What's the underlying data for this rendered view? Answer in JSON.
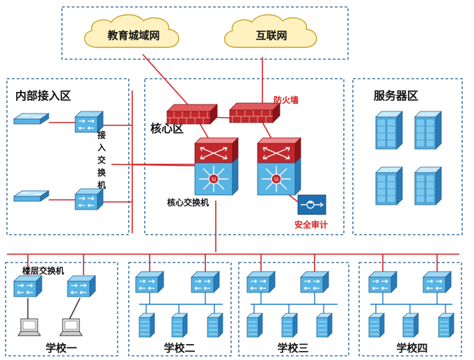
{
  "clouds": {
    "education_network": "教育城域网",
    "internet": "互联网"
  },
  "zones": {
    "internal_access": "内部接入区",
    "core": "核心区",
    "server": "服务器区"
  },
  "labels": {
    "firewall": "防火墙",
    "access_switch": "接入交换机",
    "core_switch": "核心交换机",
    "security_audit": "安全审计",
    "floor_switch": "楼层交换机"
  },
  "schools": [
    "学校一",
    "学校二",
    "学校三",
    "学校四"
  ],
  "colors": {
    "dashed_border": "#1e5a8a",
    "red_link": "#d42020",
    "blue_link": "#1e78c8",
    "cloud_fill": "#fff2c0",
    "device_blue": "#4aa8e0",
    "firewall_red": "#c0282c"
  }
}
